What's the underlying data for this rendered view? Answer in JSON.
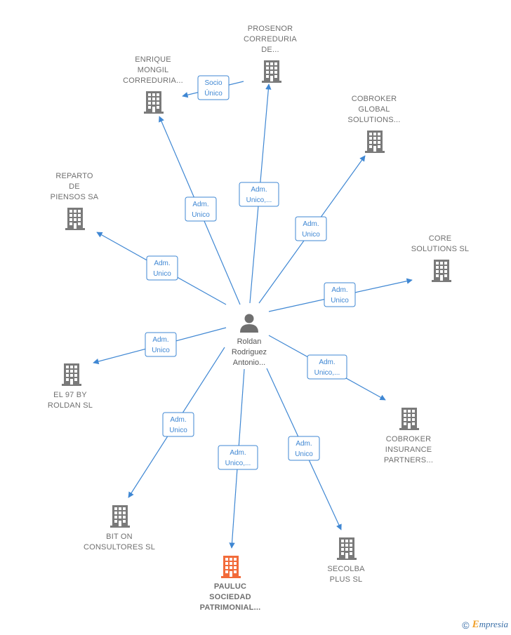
{
  "center": {
    "lines": [
      "Roldan",
      "Rodriguez",
      "Antonio..."
    ]
  },
  "companies": [
    {
      "id": "prosenor",
      "lines": [
        "PROSENOR",
        "CORREDURIA",
        "DE..."
      ],
      "highlight": false
    },
    {
      "id": "enrique",
      "lines": [
        "ENRIQUE",
        "MONGIL",
        "CORREDURIA..."
      ],
      "highlight": false
    },
    {
      "id": "cobroker-global",
      "lines": [
        "COBROKER",
        "GLOBAL",
        "SOLUTIONS..."
      ],
      "highlight": false
    },
    {
      "id": "reparto",
      "lines": [
        "REPARTO",
        "DE",
        "PIENSOS SA"
      ],
      "highlight": false
    },
    {
      "id": "core",
      "lines": [
        "CORE",
        "SOLUTIONS SL"
      ],
      "highlight": false
    },
    {
      "id": "el97",
      "lines": [
        "EL 97 BY",
        "ROLDAN  SL"
      ],
      "highlight": false
    },
    {
      "id": "cobroker-insurance",
      "lines": [
        "COBROKER",
        "INSURANCE",
        "PARTNERS..."
      ],
      "highlight": false
    },
    {
      "id": "biton",
      "lines": [
        "BIT ON",
        "CONSULTORES SL"
      ],
      "highlight": false
    },
    {
      "id": "pauluc",
      "lines": [
        "PAULUC",
        "SOCIEDAD",
        "PATRIMONIAL..."
      ],
      "highlight": true
    },
    {
      "id": "secolba",
      "lines": [
        "SECOLBA",
        "PLUS SL"
      ],
      "highlight": false
    }
  ],
  "edges": [
    {
      "to": "prosenor",
      "lines": [
        "Adm.",
        "Unico,..."
      ]
    },
    {
      "to": "enrique",
      "lines": [
        "Adm.",
        "Unico"
      ]
    },
    {
      "to": "cobroker-global",
      "lines": [
        "Adm.",
        "Unico"
      ]
    },
    {
      "to": "reparto",
      "lines": [
        "Adm.",
        "Unico"
      ]
    },
    {
      "to": "core",
      "lines": [
        "Adm.",
        "Unico"
      ]
    },
    {
      "to": "el97",
      "lines": [
        "Adm.",
        "Unico"
      ]
    },
    {
      "to": "cobroker-insurance",
      "lines": [
        "Adm.",
        "Unico,..."
      ]
    },
    {
      "to": "biton",
      "lines": [
        "Adm.",
        "Unico"
      ]
    },
    {
      "to": "pauluc",
      "lines": [
        "Adm.",
        "Unico,..."
      ]
    },
    {
      "to": "secolba",
      "lines": [
        "Adm.",
        "Unico"
      ]
    },
    {
      "from": "prosenor",
      "to": "enrique",
      "lines": [
        "Socio",
        "Único"
      ]
    }
  ],
  "colors": {
    "edge": "#3f87d3",
    "building": "#7a7a7a",
    "highlight": "#f26b3a",
    "person": "#6f6f6f"
  },
  "brand": {
    "copyright": "©",
    "initial": "E",
    "rest": "mpresia"
  }
}
